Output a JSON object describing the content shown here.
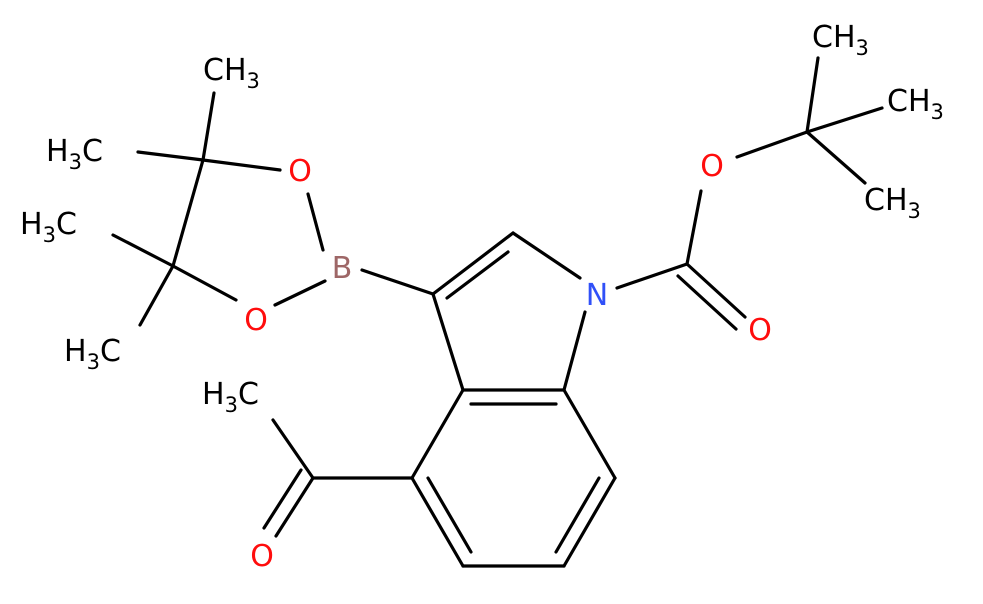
{
  "molecule": {
    "colors": {
      "bond": "#000000",
      "oxygen": "#ff0d0d",
      "nitrogen": "#3050f8",
      "boron": "#9e6767",
      "carbon": "#000000"
    },
    "labels": {
      "boron": "B",
      "ring_oxygen_top": "O",
      "ring_oxygen_bottom": "O",
      "nitrogen": "N",
      "ester_oxygen": "O",
      "carbonyl_oxygen_boc": "O",
      "carbonyl_oxygen_acetyl": "O",
      "methyl_tbu_top": "CH3",
      "methyl_tbu_right": "CH3",
      "methyl_tbu_bottom": "CH3",
      "methyl_pin_top": "CH3",
      "methyl_pin_left_upper": "H3C",
      "methyl_pin_left_middle": "H3C",
      "methyl_pin_left_lower": "H3C",
      "methyl_acetyl": "H3C"
    }
  }
}
